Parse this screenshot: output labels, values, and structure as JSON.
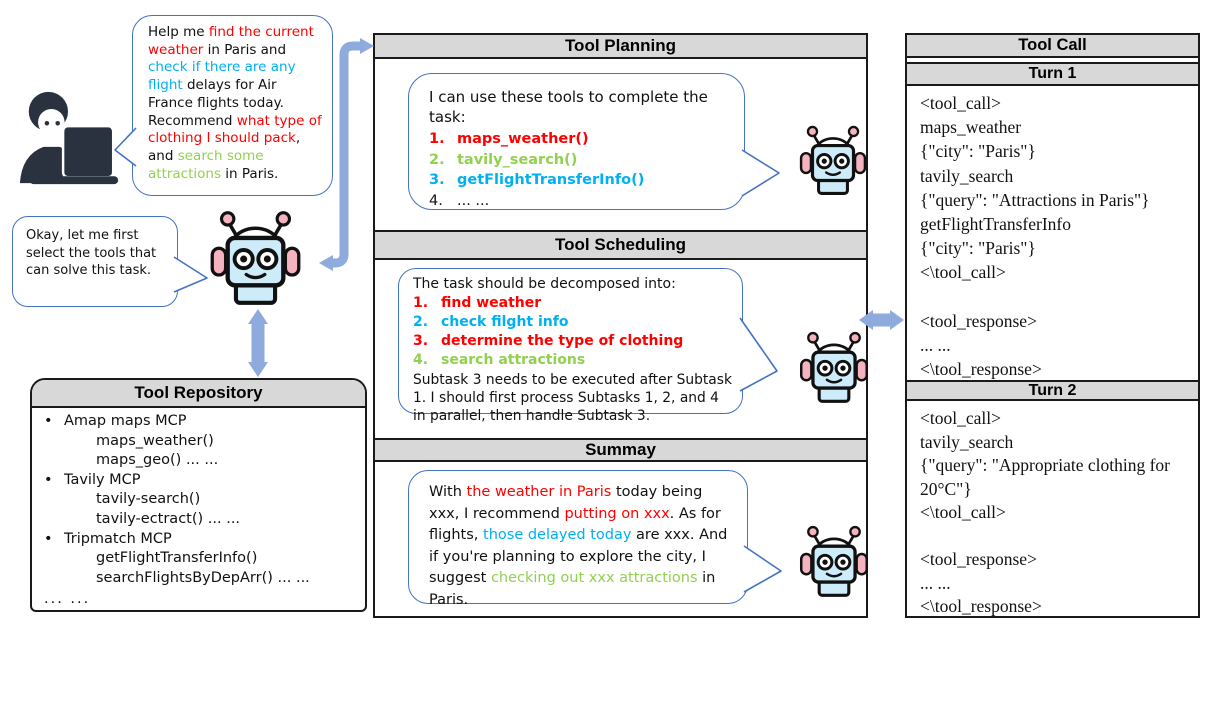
{
  "colors": {
    "red": "#FF0000",
    "blue": "#00B0F0",
    "green": "#92D050",
    "black": "#111111",
    "bubble_border": "#4472C4",
    "header_bg": "#D8D8D8",
    "arrow": "#8FAADC",
    "panel_border": "#1a1a1a",
    "robot_face": "#CDEBF8",
    "robot_ear": "#F5B3C0"
  },
  "icons": {
    "robot": "robot-face-icon",
    "person": "person-at-laptop-icon",
    "arrows": "double-headed-arrow"
  },
  "user_bubble": {
    "segments": [
      {
        "t": "Help me ",
        "c": "black"
      },
      {
        "t": "find the current weather",
        "c": "red"
      },
      {
        "t": " in Paris and ",
        "c": "black"
      },
      {
        "t": "check if there are any flight",
        "c": "blue"
      },
      {
        "t": " delays for Air France flights today. Recommend ",
        "c": "black"
      },
      {
        "t": "what type of clothing I should pack",
        "c": "red"
      },
      {
        "t": ", and ",
        "c": "black"
      },
      {
        "t": "search some attractions",
        "c": "green"
      },
      {
        "t": " in Paris.",
        "c": "black"
      }
    ]
  },
  "assistant_bubble": {
    "text": "Okay, let me first select the tools that can solve this task."
  },
  "tool_repository": {
    "title": "Tool Repository",
    "groups": [
      {
        "name": "Amap maps MCP",
        "tools": [
          "maps_weather()",
          "maps_geo() ... ..."
        ]
      },
      {
        "name": "Tavily MCP",
        "tools": [
          "tavily-search()",
          "tavily-ectract() ... ..."
        ]
      },
      {
        "name": "Tripmatch MCP",
        "tools": [
          "getFlightTransferInfo()",
          "searchFlightsByDepArr() ... ..."
        ]
      }
    ],
    "footer": "...  ..."
  },
  "planning": {
    "title": "Tool Planning",
    "intro": "I can use these tools to complete the task:",
    "items": [
      {
        "n": "1.",
        "t": "maps_weather()",
        "c": "red",
        "b": true
      },
      {
        "n": "2.",
        "t": "tavily_search()",
        "c": "green",
        "b": true
      },
      {
        "n": "3.",
        "t": "getFlightTransferInfo()",
        "c": "blue",
        "b": true
      },
      {
        "n": "4.",
        "t": "... ...",
        "c": "black",
        "b": false
      }
    ]
  },
  "scheduling": {
    "title": "Tool Scheduling",
    "intro": "The task should be decomposed into:",
    "items": [
      {
        "n": "1.",
        "t": "find weather",
        "c": "red",
        "b": true
      },
      {
        "n": "2.",
        "t": "check filght info",
        "c": "blue",
        "b": true
      },
      {
        "n": "3.",
        "t": "determine the type of clothing",
        "c": "red",
        "b": true
      },
      {
        "n": "4.",
        "t": "search attractions",
        "c": "green",
        "b": true
      }
    ],
    "note": "Subtask 3 needs to be executed after Subtask 1. I should first process Subtasks 1, 2, and 4 in parallel, then handle Subtask 3."
  },
  "summary": {
    "title": "Summay",
    "segments": [
      {
        "t": "With ",
        "c": "black"
      },
      {
        "t": "the weather in Paris",
        "c": "red"
      },
      {
        "t": " today being xxx, I recommend ",
        "c": "black"
      },
      {
        "t": "putting on xxx",
        "c": "red"
      },
      {
        "t": ". As for flights, ",
        "c": "black"
      },
      {
        "t": "those delayed today",
        "c": "blue"
      },
      {
        "t": " are xxx. And if you're planning to explore the city, I suggest ",
        "c": "black"
      },
      {
        "t": "checking out xxx attractions",
        "c": "green"
      },
      {
        "t": " in Paris.",
        "c": "black"
      }
    ]
  },
  "tool_call_panel": {
    "title": "Tool Call",
    "turns": [
      {
        "title": "Turn 1",
        "lines": [
          "<tool_call>",
          "maps_weather",
          "{\"city\": \"Paris\"}",
          "tavily_search",
          "{\"query\": \"Attractions in Paris\"}",
          "getFlightTransferInfo",
          "{\"city\": \"Paris\"}",
          "<\\tool_call>",
          "",
          "<tool_response>",
          "... ...",
          "<\\tool_response>"
        ]
      },
      {
        "title": "Turn 2",
        "lines": [
          "<tool_call>",
          "tavily_search",
          "{\"query\": \"Appropriate clothing for 20°C\"}",
          "<\\tool_call>",
          "",
          "<tool_response>",
          "... ...",
          "<\\tool_response>"
        ]
      }
    ]
  }
}
